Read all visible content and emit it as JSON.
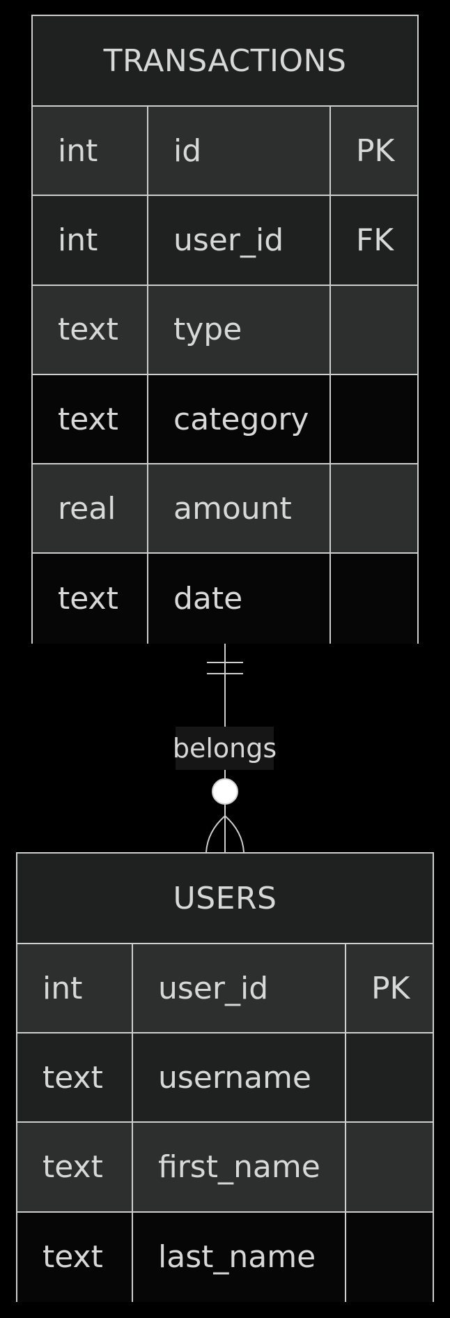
{
  "entities": {
    "transactions": {
      "name": "TRANSACTIONS",
      "attributes": [
        {
          "type": "int",
          "name": "id",
          "key": "PK"
        },
        {
          "type": "int",
          "name": "user_id",
          "key": "FK"
        },
        {
          "type": "text",
          "name": "type",
          "key": ""
        },
        {
          "type": "text",
          "name": "category",
          "key": ""
        },
        {
          "type": "real",
          "name": "amount",
          "key": ""
        },
        {
          "type": "text",
          "name": "date",
          "key": ""
        }
      ]
    },
    "users": {
      "name": "USERS",
      "attributes": [
        {
          "type": "int",
          "name": "user_id",
          "key": "PK"
        },
        {
          "type": "text",
          "name": "username",
          "key": ""
        },
        {
          "type": "text",
          "name": "first_name",
          "key": ""
        },
        {
          "type": "text",
          "name": "last_name",
          "key": ""
        }
      ]
    }
  },
  "relationship": {
    "label": "belongs",
    "from": "TRANSACTIONS",
    "to": "USERS",
    "from_cardinality": "exactly-one",
    "to_cardinality": "zero-or-many"
  },
  "colors": {
    "background": "#000000",
    "line": "#cfcfcf",
    "text": "#d8d8d8",
    "header_fill": "#1f2020",
    "row_fill_a": "#2d2e2e",
    "row_fill_b": "#1f2020",
    "row_fill_dark": "#060606"
  }
}
